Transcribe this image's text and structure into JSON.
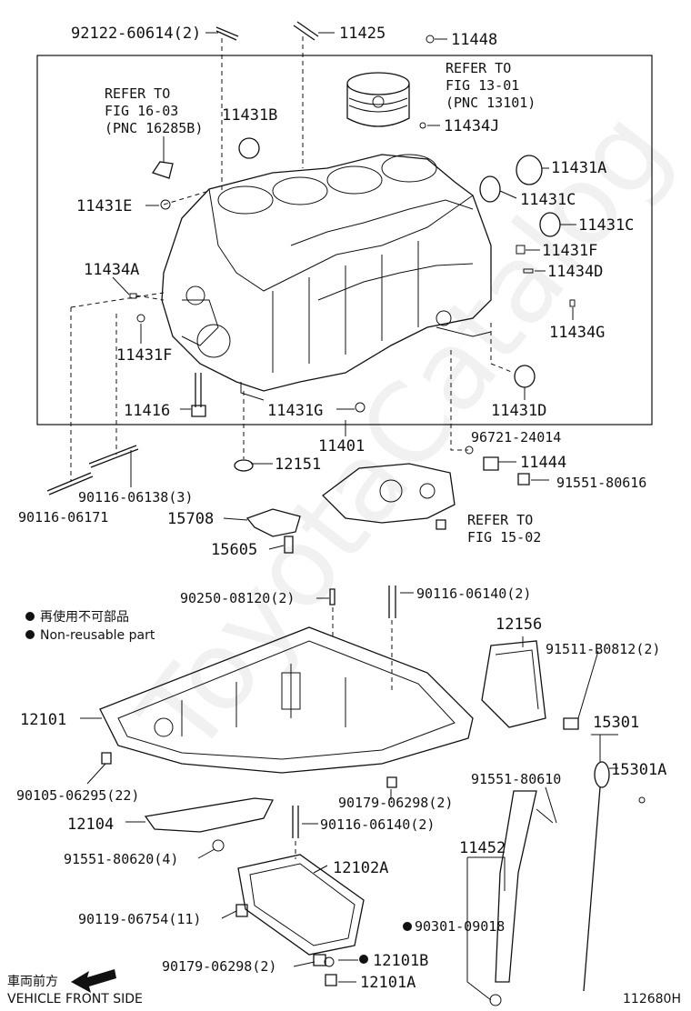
{
  "labels": {
    "l_92122": "92122-60614(2)",
    "l_11425": "11425",
    "l_11448": "11448",
    "refer_fig13_1": "REFER TO",
    "refer_fig13_2": "FIG 13-01",
    "refer_fig13_3": "(PNC 13101)",
    "refer_fig16_1": "REFER TO",
    "refer_fig16_2": "FIG 16-03",
    "refer_fig16_3": "(PNC 16285B)",
    "l_11431B": "11431B",
    "l_11434J": "11434J",
    "l_11431A": "11431A",
    "l_11431E": "11431E",
    "l_11431C_1": "11431C",
    "l_11431C_2": "11431C",
    "l_11431F_r": "11431F",
    "l_11434A": "11434A",
    "l_11434D": "11434D",
    "l_11434G": "11434G",
    "l_11431F_l": "11431F",
    "l_11416": "11416",
    "l_11431G": "11431G",
    "l_11431D": "11431D",
    "l_11401": "11401",
    "l_96721": "96721-24014",
    "l_12151": "12151",
    "l_11444": "11444",
    "l_91551_80616": "91551-80616",
    "l_90116_06138": "90116-06138(3)",
    "l_90116_06171": "90116-06171",
    "l_15708": "15708",
    "refer_fig15_1": "REFER TO",
    "refer_fig15_2": "FIG 15-02",
    "l_15605": "15605",
    "l_90250": "90250-08120(2)",
    "l_90116_06140_top": "90116-06140(2)",
    "note_jp": "再使用不可部品",
    "note_en": "Non-reusable part",
    "l_12156": "12156",
    "l_91511": "91511-B0812(2)",
    "l_12101": "12101",
    "l_15301": "15301",
    "l_15301A": "15301A",
    "l_90105": "90105-06295(22)",
    "l_90179_top": "90179-06298(2)",
    "l_91551_80610": "91551-80610",
    "l_12104": "12104",
    "l_90116_06140_bot": "90116-06140(2)",
    "l_91551_80620": "91551-80620(4)",
    "l_12102A": "12102A",
    "l_11452": "11452",
    "l_90119": "90119-06754(11)",
    "l_90301": "90301-09018",
    "l_90179_bot": "90179-06298(2)",
    "l_12101B": "12101B",
    "l_12101A": "12101A",
    "front_jp": "車両前方",
    "front_en": "VEHICLE FRONT SIDE",
    "diagram_id": "112680H"
  }
}
